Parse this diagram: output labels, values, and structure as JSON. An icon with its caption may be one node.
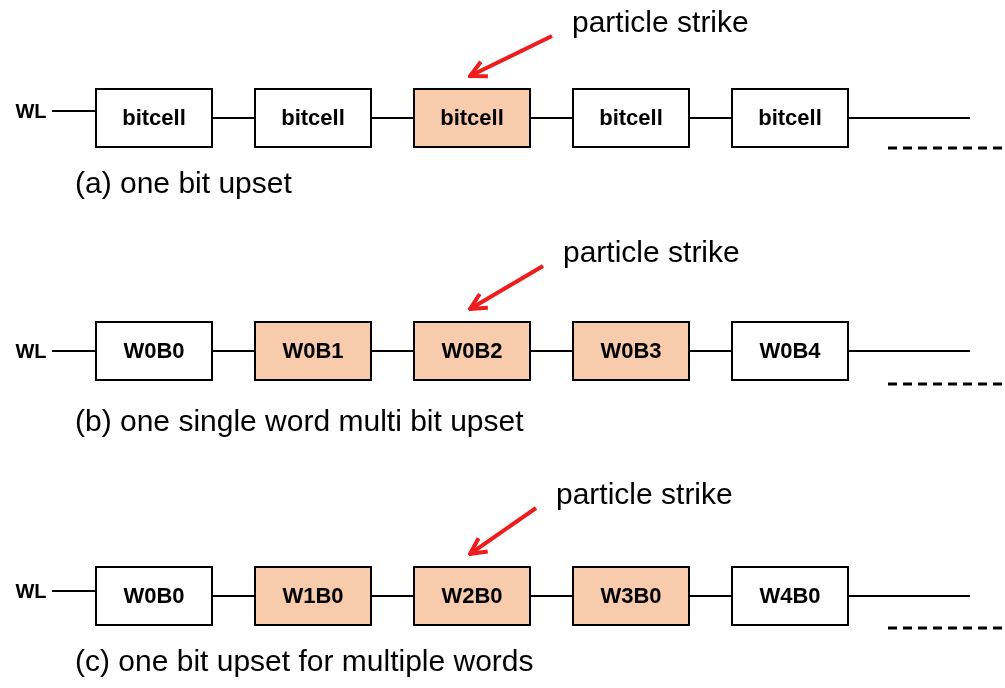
{
  "diagram": {
    "nodes": [
      {
        "text": [
          "WL"
        ]
      },
      {
        "text": [
          "bitcell"
        ]
      },
      {
        "text": [
          "bitcell"
        ]
      },
      {
        "text": [
          "bitcell"
        ]
      },
      {
        "text": [
          "bitcell"
        ]
      },
      {
        "text": [
          "bitcell"
        ]
      },
      {
        "text": [
          "particle strike"
        ]
      },
      {
        "text": [
          "WL"
        ]
      },
      {
        "text": [
          "W0B0"
        ]
      },
      {
        "text": [
          "W0B1"
        ]
      },
      {
        "text": [
          "W0B2"
        ]
      },
      {
        "text": [
          "W0B3"
        ]
      },
      {
        "text": [
          "W0B4"
        ]
      },
      {
        "text": [
          "particle strike"
        ]
      },
      {
        "text": [
          "WL"
        ]
      },
      {
        "text": [
          "W0B0"
        ]
      },
      {
        "text": [
          "W1B0"
        ]
      },
      {
        "text": [
          "W2B0"
        ]
      },
      {
        "text": [
          "W3B0"
        ]
      },
      {
        "text": [
          "W4B0"
        ]
      },
      {
        "text": [
          "particle strike"
        ]
      }
    ],
    "edges": [
      {
        "from": 0,
        "to": 1,
        "arrow": "none"
      },
      {
        "from": 1,
        "to": 2,
        "arrow": "none"
      },
      {
        "from": 2,
        "to": 3,
        "arrow": "none"
      },
      {
        "from": 3,
        "to": 4,
        "arrow": "none"
      },
      {
        "from": 4,
        "to": 5,
        "arrow": "none"
      },
      {
        "from": 5,
        "to": null,
        "arrow": "none"
      },
      {
        "from": 6,
        "to": 3,
        "arrow": "to",
        "style": "thick",
        "color": "#ee1c1c"
      },
      {
        "from": 7,
        "to": 8,
        "arrow": "none"
      },
      {
        "from": 8,
        "to": 9,
        "arrow": "none"
      },
      {
        "from": 9,
        "to": 10,
        "arrow": "none"
      },
      {
        "from": 10,
        "to": 11,
        "arrow": "none"
      },
      {
        "from": 11,
        "to": 12,
        "arrow": "none"
      },
      {
        "from": 12,
        "to": null,
        "arrow": "none"
      },
      {
        "from": 13,
        "to": 10,
        "arrow": "to",
        "style": "thick",
        "color": "#ee1c1c"
      },
      {
        "from": 14,
        "to": 15,
        "arrow": "none"
      },
      {
        "from": 15,
        "to": 16,
        "arrow": "none"
      },
      {
        "from": 16,
        "to": 17,
        "arrow": "none"
      },
      {
        "from": 17,
        "to": 18,
        "arrow": "none"
      },
      {
        "from": 18,
        "to": 19,
        "arrow": "none"
      },
      {
        "from": 19,
        "to": null,
        "arrow": "none"
      },
      {
        "from": 20,
        "to": 17,
        "arrow": "to",
        "style": "thick",
        "color": "#ee1c1c"
      }
    ],
    "labels": [
      "(a) one bit upset",
      "(b) one single word multi bit upset",
      "(c) one bit upset for multiple words"
    ]
  }
}
